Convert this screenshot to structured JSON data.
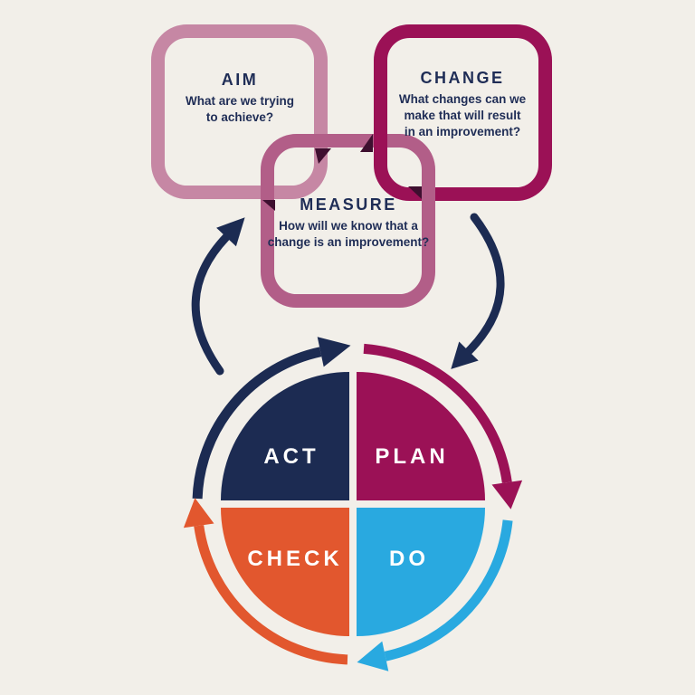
{
  "background_color": "#F2EFE9",
  "text_color": "#1F2D56",
  "boxes": {
    "aim": {
      "title": "AIM",
      "body": "What are we trying\nto achieve?",
      "ring_color": "#C687A4"
    },
    "change": {
      "title": "CHANGE",
      "body": "What changes can we\nmake that will result\nin an improvement?",
      "ring_color": "#9B1156"
    },
    "measure": {
      "title": "MEASURE",
      "body": "How will we know that a\nchange is an improvement?",
      "ring_color": "#B25E88"
    }
  },
  "overlap_shadow_color": "#3E0F2F",
  "connector_arrow_color": "#1C2B52",
  "cycle": {
    "quadrants": [
      {
        "label": "ACT",
        "color": "#1C2B52"
      },
      {
        "label": "PLAN",
        "color": "#9B1156"
      },
      {
        "label": "DO",
        "color": "#29A9E0"
      },
      {
        "label": "CHECK",
        "color": "#E2572E"
      }
    ],
    "arrows": [
      {
        "name": "act-to-plan",
        "color": "#1C2B52"
      },
      {
        "name": "plan-to-do",
        "color": "#9B1156"
      },
      {
        "name": "do-to-check",
        "color": "#29A9E0"
      },
      {
        "name": "check-to-act",
        "color": "#E2572E"
      }
    ]
  }
}
